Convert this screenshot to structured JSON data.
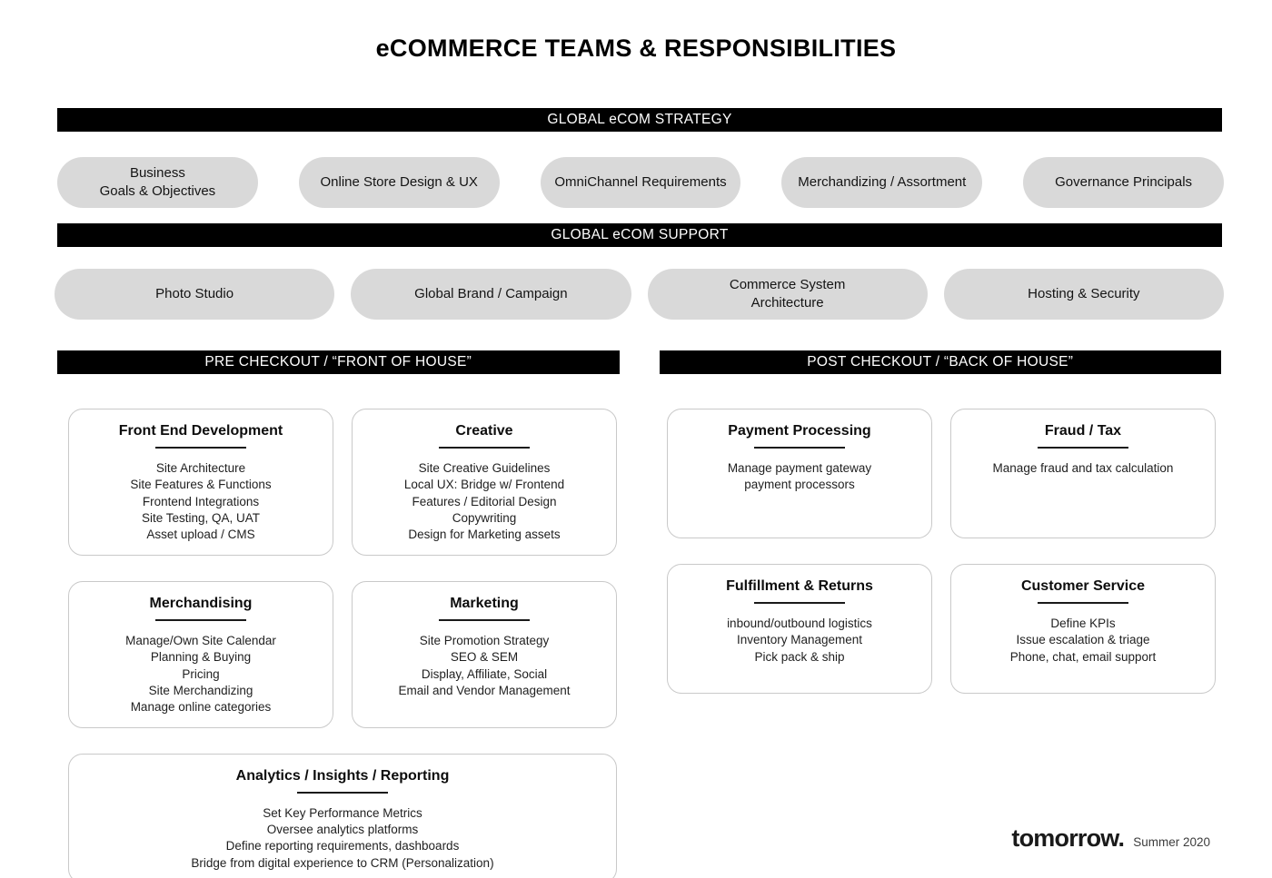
{
  "title": "eCOMMERCE TEAMS & RESPONSIBILITIES",
  "colors": {
    "bar_bg": "#000000",
    "bar_text": "#ffffff",
    "pill_bg": "#d9d9d9",
    "card_border": "#c9c9c9"
  },
  "strategy": {
    "bar_label": "GLOBAL eCOM STRATEGY",
    "pills": [
      "Business\nGoals & Objectives",
      "Online Store Design & UX",
      "OmniChannel Requirements",
      "Merchandizing / Assortment",
      "Governance Principals"
    ]
  },
  "support": {
    "bar_label": "GLOBAL eCOM SUPPORT",
    "pills": [
      "Photo Studio",
      "Global Brand / Campaign",
      "Commerce System\nArchitecture",
      "Hosting & Security"
    ]
  },
  "pre_checkout": {
    "bar_label": "PRE CHECKOUT / “FRONT OF HOUSE”",
    "cards": [
      {
        "title": "Front End Development",
        "items": [
          "Site Architecture",
          "Site Features & Functions",
          "Frontend Integrations",
          "Site Testing, QA, UAT",
          "Asset upload / CMS"
        ]
      },
      {
        "title": "Creative",
        "items": [
          "Site Creative Guidelines",
          "Local UX: Bridge w/ Frontend",
          "Features / Editorial Design",
          "Copywriting",
          "Design for Marketing assets"
        ]
      },
      {
        "title": "Merchandising",
        "items": [
          "Manage/Own Site Calendar",
          "Planning & Buying",
          "Pricing",
          "Site Merchandizing",
          "Manage online categories"
        ]
      },
      {
        "title": "Marketing",
        "items": [
          "Site Promotion Strategy",
          "SEO & SEM",
          "Display, Affiliate, Social",
          "Email and Vendor Management"
        ]
      },
      {
        "title": "Analytics / Insights / Reporting",
        "items": [
          "Set Key Performance Metrics",
          "Oversee analytics platforms",
          "Define reporting requirements, dashboards",
          "Bridge from digital experience to CRM (Personalization)"
        ]
      }
    ]
  },
  "post_checkout": {
    "bar_label": "POST CHECKOUT / “BACK OF HOUSE”",
    "cards": [
      {
        "title": "Payment Processing",
        "items": [
          "Manage payment gateway",
          "payment processors"
        ]
      },
      {
        "title": "Fraud / Tax",
        "items": [
          "Manage fraud and tax calculation"
        ]
      },
      {
        "title": "Fulfillment & Returns",
        "items": [
          "inbound/outbound logistics",
          "Inventory Management",
          "Pick pack & ship"
        ]
      },
      {
        "title": "Customer Service",
        "items": [
          "Define KPIs",
          "Issue escalation & triage",
          "Phone, chat, email support"
        ]
      }
    ]
  },
  "footer": {
    "logo": "tomorrow.",
    "date": "Summer 2020"
  }
}
